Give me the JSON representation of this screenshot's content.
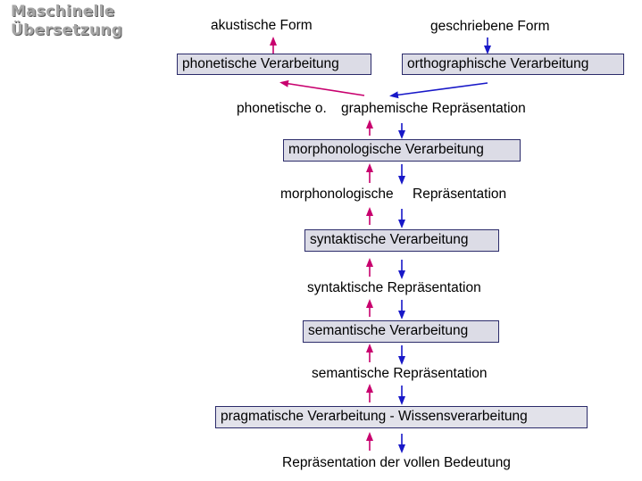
{
  "title": {
    "line1": "Maschinelle",
    "line2": "Übersetzung"
  },
  "inputs": {
    "acoustic": "akustische Form",
    "written": "geschriebene Form"
  },
  "boxes": {
    "phonetic": "phonetische Verarbeitung",
    "orthographic": "orthographische Verarbeitung",
    "morphonological": "morphonologische Verarbeitung",
    "syntactic": "syntaktische Verarbeitung",
    "semantic": "semantische Verarbeitung",
    "pragmatic": "pragmatische Verarbeitung - Wissensverarbeitung"
  },
  "representations": {
    "phon_graph_left": "phonetische o.",
    "phon_graph_right": "graphemische Repräsentation",
    "morph_left": "morphonologische",
    "morph_right": "Repräsentation",
    "syntactic": "syntaktische Repräsentation",
    "semantic": "semantische Repräsentation",
    "full_meaning": "Repräsentation der vollen Bedeutung"
  },
  "colors": {
    "up_arrow": "#c8006e",
    "down_arrow": "#1818c8",
    "box_fill": "#dcdce6",
    "box_border": "#2b2b6a",
    "title": "#a6a6a6"
  }
}
